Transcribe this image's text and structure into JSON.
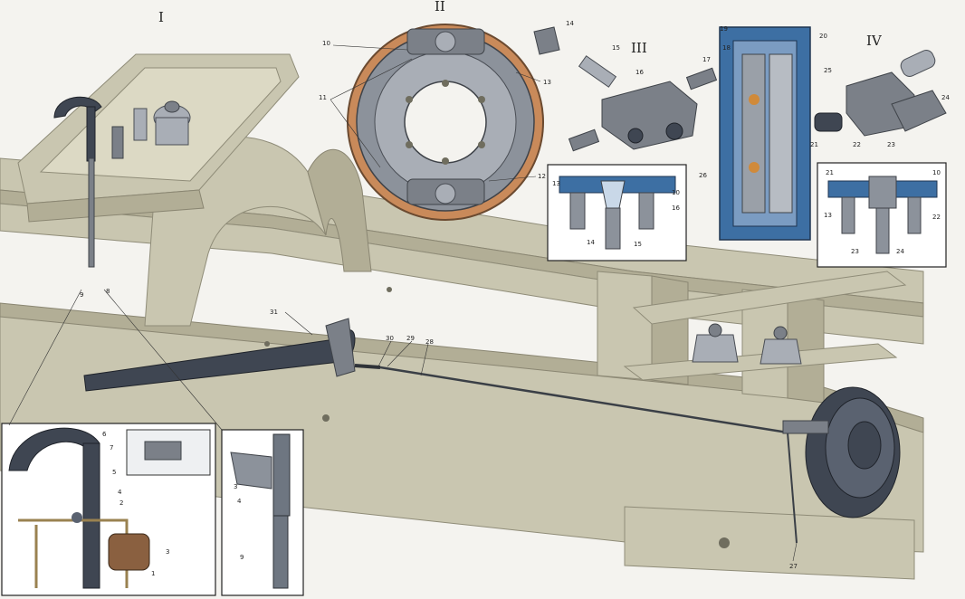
{
  "section_labels": [
    "I",
    "II",
    "III",
    "IV"
  ],
  "part_numbers": {
    "p1": "1",
    "p2": "2",
    "p3": "3",
    "p4": "4",
    "p5": "5",
    "p6": "6",
    "p7": "7",
    "p8": "8",
    "p9": "9",
    "p10": "10",
    "p11": "11",
    "p12": "12",
    "p13": "13",
    "p14": "14",
    "p15": "15",
    "p16": "16",
    "p17": "17",
    "p18": "18",
    "p19": "19",
    "p20": "20",
    "p21": "21",
    "p22": "22",
    "p23": "23",
    "p24": "24",
    "p25": "25",
    "p26": "26",
    "p27": "27",
    "p28": "28",
    "p29": "29",
    "p30": "30",
    "p31": "31"
  },
  "colors": {
    "frame": "#c9c6b0",
    "metal": "#7b8088",
    "cylinder_blue": "#3d6fa3",
    "brake_lining": "#c98a5a",
    "background": "#f4f3ef"
  }
}
